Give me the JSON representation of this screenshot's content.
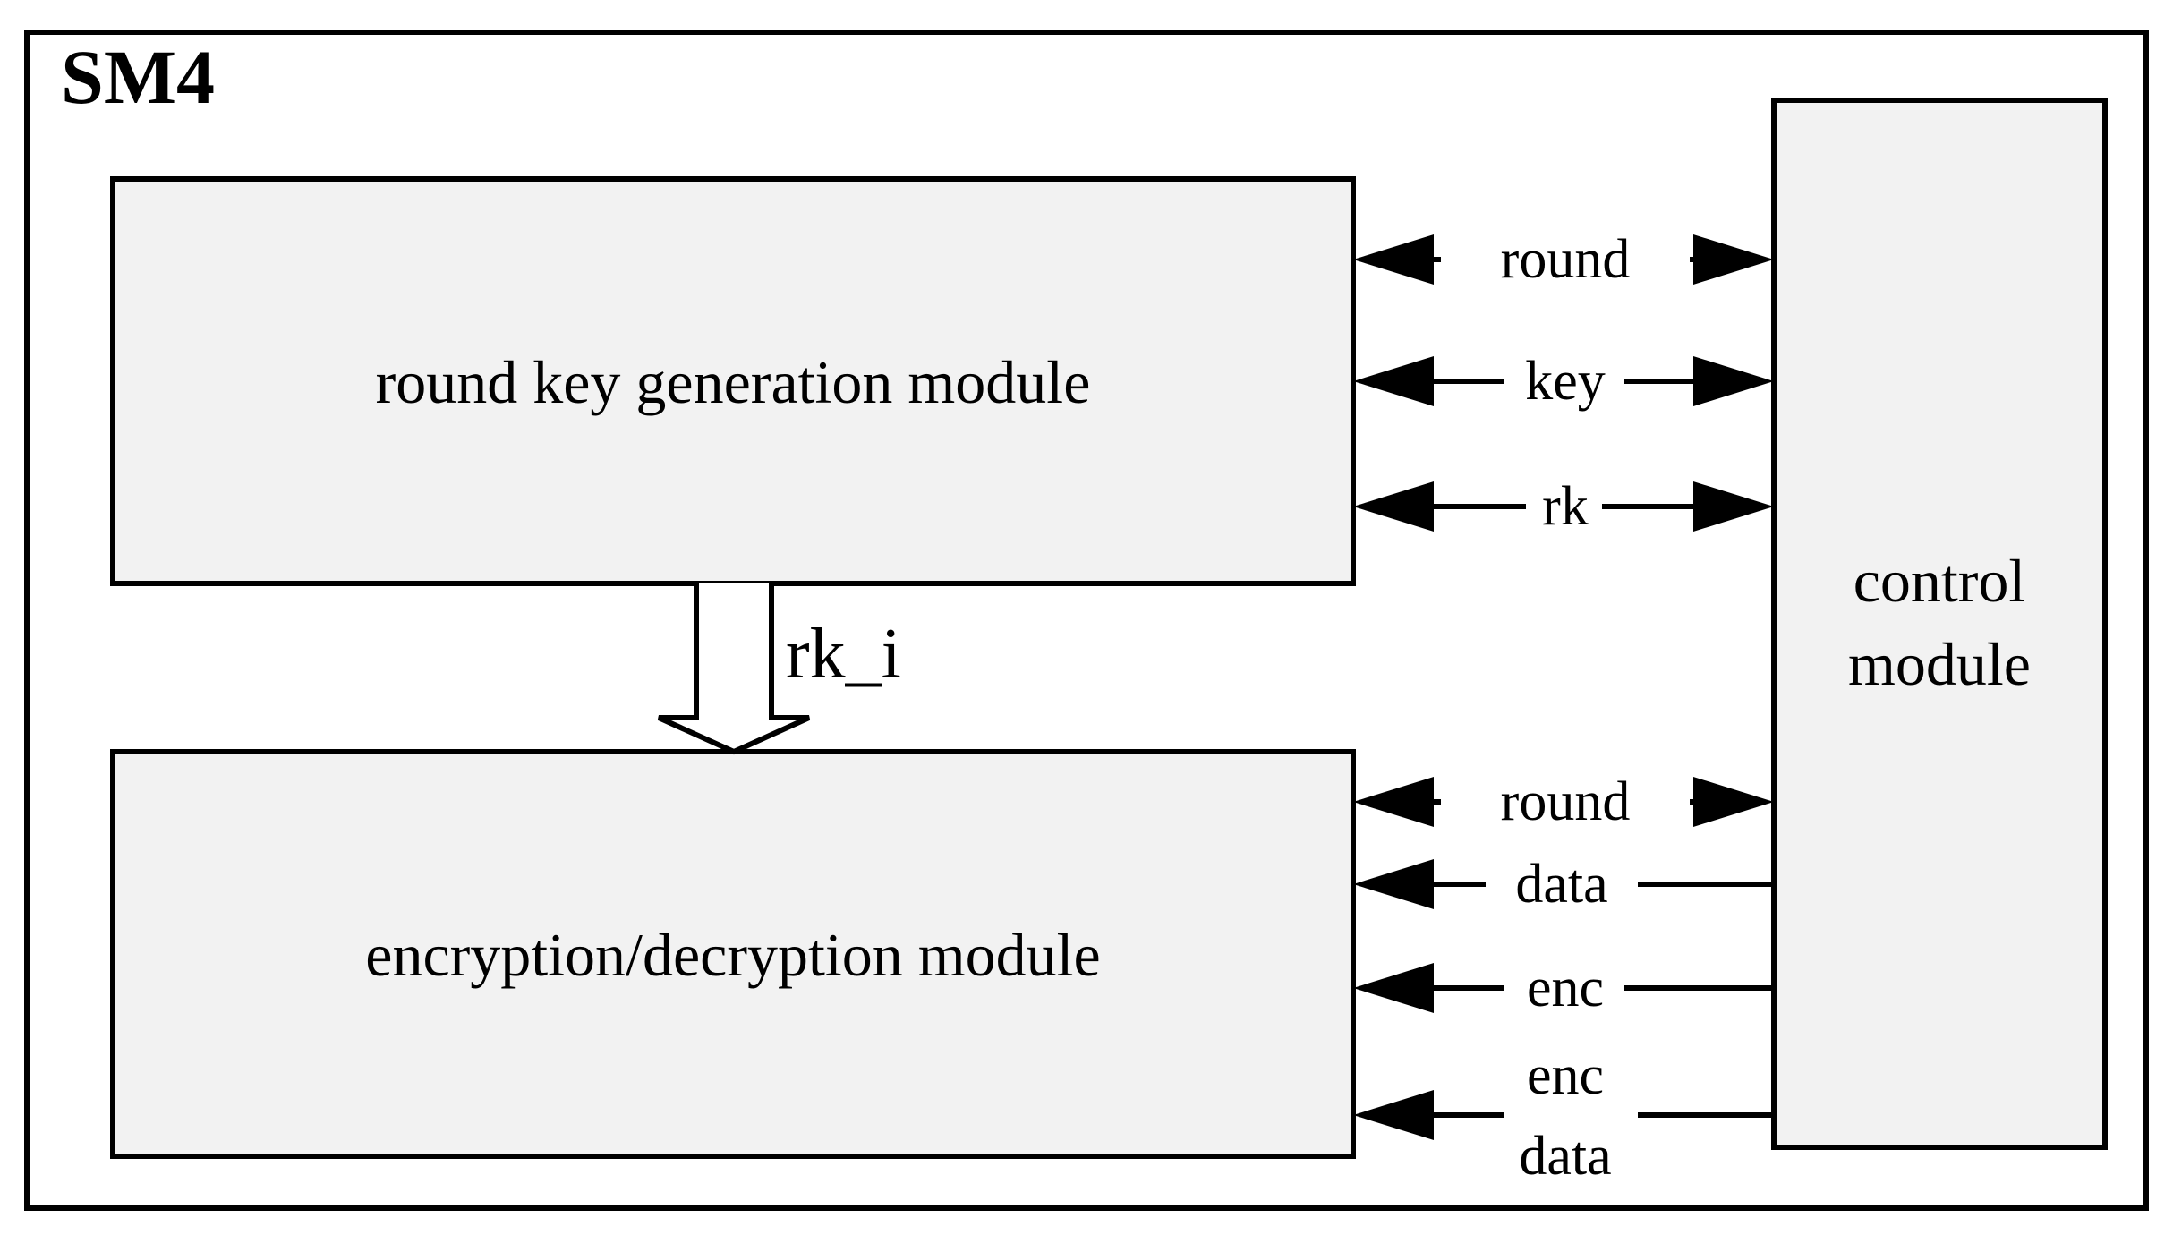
{
  "title": "SM4",
  "modules": {
    "round_key": "round key generation module",
    "enc_dec": "encryption/decryption module",
    "control_line1": "control",
    "control_line2": "module"
  },
  "signals": {
    "round_top": "round",
    "key": "key",
    "rk": "rk",
    "rk_i": "rk_i",
    "round_bottom": "round",
    "data": "data",
    "enc": "enc",
    "enc_data_line1": "enc",
    "enc_data_line2": "data"
  }
}
